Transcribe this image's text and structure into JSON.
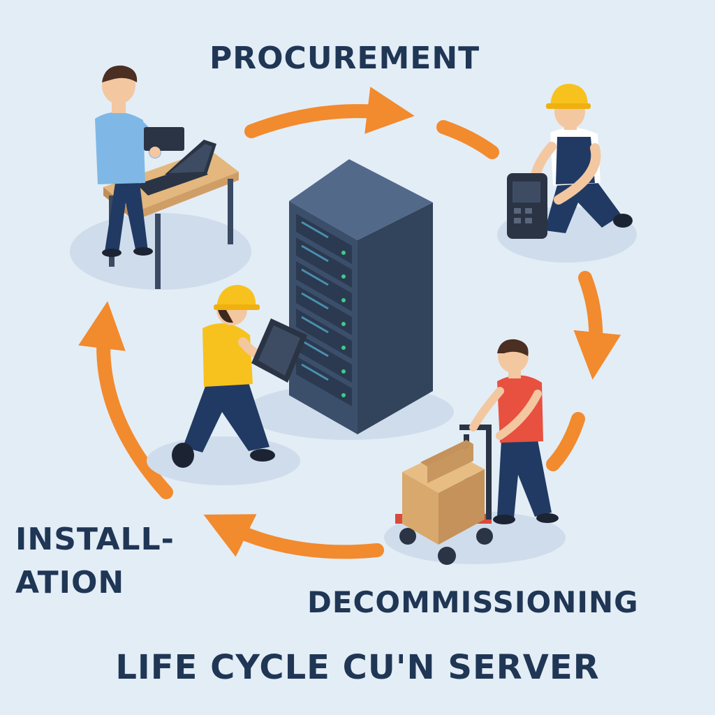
{
  "stages": {
    "procurement": "PROCUREMENT",
    "installation_line1": "INSTALL-",
    "installation_line2": "ATION",
    "decommissioning": "DECOMMISSIONING"
  },
  "title": "LIFE CYCLE CU'N SERVER",
  "colors": {
    "background": "#e3edf6",
    "text": "#1f3655",
    "arrow": "#f28a2e",
    "rack": "#3b4f6b",
    "server_led": "#42c98a",
    "box": "#d9a86c",
    "cart": "#d94a3a"
  },
  "icons": [
    "server-rack-icon",
    "laptop-icon",
    "cardboard-box-icon",
    "hand-truck-icon",
    "hard-hat-icon"
  ]
}
